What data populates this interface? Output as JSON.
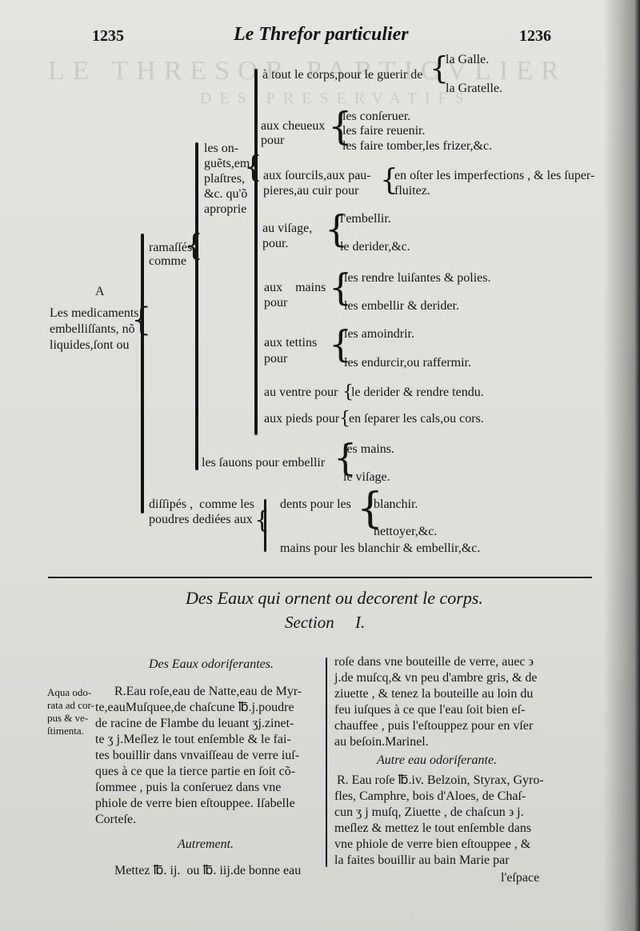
{
  "header": {
    "page_left": "1235",
    "title": "Le Threfor particulier",
    "page_right": "1236"
  },
  "tree": {
    "letter": "A",
    "root": [
      "Les medicaments",
      "embelliſſants, nõ",
      "liquides,ſont ou"
    ],
    "ramasses": [
      "ramaſſés",
      "comme"
    ],
    "onguents": [
      "les on-",
      "guẽts,em",
      "plaſtres,",
      "&c. qu'õ",
      "aproprie"
    ],
    "corps": {
      "label": "à tout le corps,pour le guerir de",
      "items": [
        "la Galle.",
        "la Gratelle."
      ]
    },
    "cheveux": {
      "label": [
        "aux cheueux",
        "pour"
      ],
      "items": [
        "les conſeruer.",
        "les faire reuenir.",
        "les faire tomber,les frizer,&c."
      ]
    },
    "sourcils": {
      "label": [
        "aux ſourcils,aux pau-",
        "pieres,au cuir pour"
      ],
      "items": [
        "en oſter les imperfections , & les ſuper-",
        "fluitez."
      ]
    },
    "visage": {
      "label": [
        "au viſage,",
        "pour."
      ],
      "items": [
        "l'embellir.",
        "le derider,&c."
      ]
    },
    "mains": {
      "label": [
        "aux    mains",
        "pour"
      ],
      "items": [
        "les rendre luiſantes & polies.",
        "les embellir & derider."
      ]
    },
    "tettins": {
      "label": [
        "aux tettins",
        "pour"
      ],
      "items": [
        "les amoindrir.",
        "les endurcir,ou raffermir."
      ]
    },
    "ventre": "au ventre pour",
    "ventre_item": "le derider & rendre tendu.",
    "pieds": "aux pieds pour",
    "pieds_item": "en ſeparer les cals,ou cors.",
    "savons": "les ſauons pour embellir",
    "savons_items": [
      "les mains.",
      "le viſage."
    ],
    "dissipes": [
      "diſſipés ,  comme les",
      "poudres dediées aux"
    ],
    "dents": "dents pour les",
    "dents_items": [
      "blanchir.",
      "nettoyer,&c."
    ],
    "mains_poudres": "mains pour les blanchir & embellir,&c."
  },
  "section": {
    "title": "Des Eaux qui ornent ou decorent le corps.",
    "subtitle": "Section     I."
  },
  "left_col": {
    "heading": "Des Eaux odoriferantes.",
    "margin_note": [
      "Aqua odo-",
      "rata ad cor-",
      "pus & ve-",
      "ſtimenta."
    ],
    "recipe": [
      "R.Eau roſe,eau de Natte,eau de Myr-",
      "te,eauMuſquee,de chaſcune ℔.j.poudre",
      "de racine de Flambe du leuant ʒj.zinet-",
      "te ʒ j.Meſlez le tout enſemble & le fai-",
      "tes bouillir dans vnvaiſſeau de verre iuſ-",
      "ques à ce que la tierce partie en ſoit cõ-",
      "ſommee , puis la conſeruez dans vne",
      "phiole de verre bien eſtouppee. Iſabelle",
      "Corteſe."
    ],
    "autrement": "Autrement.",
    "last": "Mettez ℔. ij.  ou ℔. iij.de bonne eau"
  },
  "right_col": {
    "lines": [
      "roſe dans vne bouteille de verre, auec ϶",
      "j.de muſcq,& vn peu d'ambre gris, & de",
      "ziuette , & tenez la bouteille au loin du",
      "feu iuſques à ce que l'eau ſoit bien eſ-",
      "chauffee , puis l'eſtouppez pour en vſer",
      "au beſoin.Marinel."
    ],
    "heading": "Autre eau odoriferante.",
    "recipe": [
      "R. Eau roſe ℔.iv. Belzoin, Styrax, Gyro-",
      "fles, Camphre, bois d'Aloes, de Chaſ-",
      "cun ʒ j muſq, Ziuette ,  de chaſcun ϶ j.",
      "meſlez & mettez le tout enſemble dans",
      "vne phiole de verre bien eſtouppee  , &",
      "la faites bouillir au bain Marie par"
    ],
    "catchword": "l'eſpace"
  }
}
